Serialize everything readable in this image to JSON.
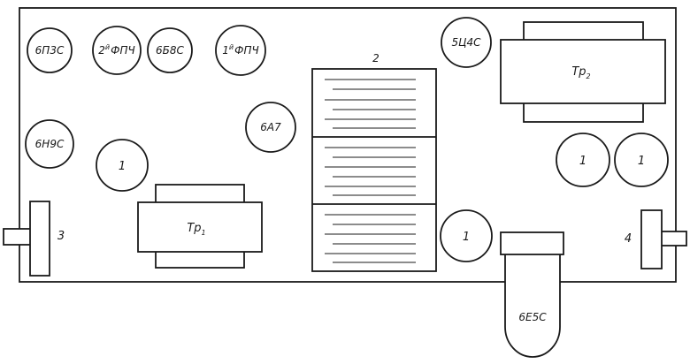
{
  "tubes": {
    "t1": {
      "label": "6П3С"
    },
    "t2": {
      "label": "ФПЧ",
      "prefix": "2"
    },
    "t3": {
      "label": "6Б8С"
    },
    "t4": {
      "label": "ФПЧ",
      "prefix": "1"
    },
    "t5": {
      "label": "6Н9С"
    },
    "t6": {
      "label": "1"
    },
    "t7": {
      "label": "6А7"
    },
    "t8": {
      "label": "5Ц4С"
    },
    "t9": {
      "label": "1"
    },
    "t10": {
      "label": "1"
    },
    "t11": {
      "label": "1"
    }
  },
  "superscript": "й",
  "transformers": {
    "tr1": {
      "label": "Тр",
      "index": "1"
    },
    "tr2": {
      "label": "Тр",
      "index": "2"
    }
  },
  "capacitor": {
    "label": "2"
  },
  "connectors": {
    "left": {
      "label": "3"
    },
    "right": {
      "label": "4"
    }
  },
  "bottom_tube": {
    "label": "6Е5С"
  }
}
